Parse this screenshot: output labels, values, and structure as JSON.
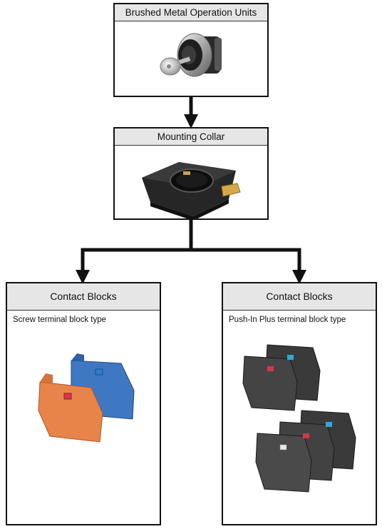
{
  "nodes": {
    "operation_units": {
      "title": "Brushed Metal Operation Units"
    },
    "mounting_collar": {
      "title": "Mounting Collar"
    },
    "contact_left": {
      "title": "Contact Blocks",
      "subtitle": "Screw terminal block type"
    },
    "contact_right": {
      "title": "Contact Blocks",
      "subtitle": "Push-In Plus terminal block type"
    }
  },
  "colors": {
    "border": "#111111",
    "header_bg": "#e6e6e6",
    "arrow": "#111111",
    "screw_block_orange": "#e8844a",
    "screw_block_blue": "#3e78c2",
    "pushin_block_dark": "#3a3a3a",
    "actuator_red": "#d8354a",
    "actuator_cyan": "#2fa7d8",
    "actuator_white": "#e8e8e8"
  },
  "icons": {
    "operation_units": "brushed-metal-key-switch-image",
    "mounting_collar": "mounting-collar-image",
    "contact_left": "screw-terminal-contact-blocks-image",
    "contact_right": "push-in-plus-contact-blocks-image"
  }
}
